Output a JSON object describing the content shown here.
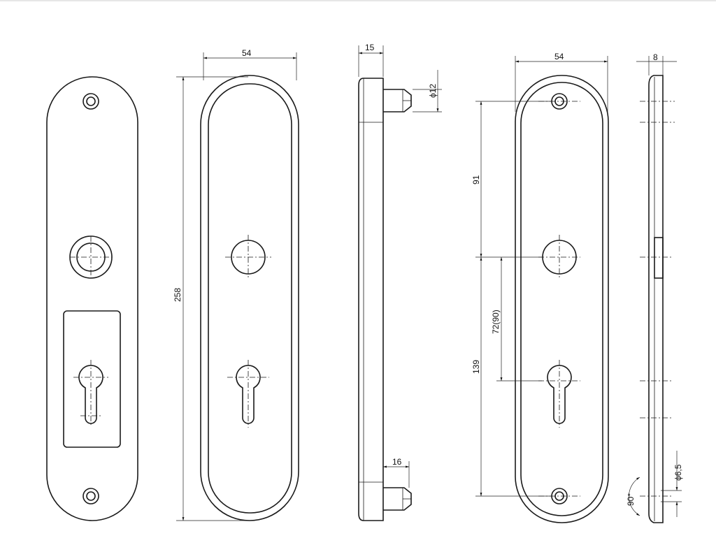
{
  "drawing": {
    "front_view": {
      "overall_width": "54",
      "overall_height": "258"
    },
    "side_view": {
      "thickness": "15",
      "spindle_diameter": "ϕ12",
      "bottom_stub": "16"
    },
    "back_view": {
      "width": "54",
      "top_to_handle": "91",
      "handle_to_cylinder": "72(90)",
      "handle_to_bottom_screw": "139"
    },
    "edge_view": {
      "thickness": "8",
      "screw_hole_diameter": "ϕ6,5",
      "countersink_angle": "90°"
    }
  }
}
